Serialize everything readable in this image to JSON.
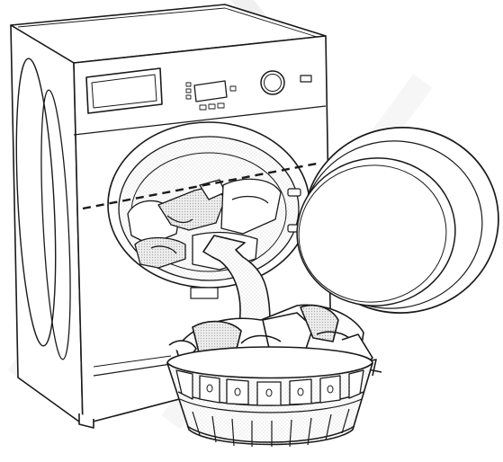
{
  "watermark": "Mel",
  "colors": {
    "line": "#1a1a1a",
    "paper": "#ffffff",
    "arrow_fill": "#d6d6d6",
    "stipple": "#bfbfbf",
    "watermark": "#e4e4e4",
    "display": "#ffffff"
  },
  "icons": {
    "dryer": "tumble-dryer-icon",
    "door": "open-door-icon",
    "arrow": "loading-arrow-icon",
    "basket": "laundry-basket-icon",
    "fill_line": "max-load-dashed-line"
  },
  "annotation": {
    "max_fill_line": "dashed"
  }
}
